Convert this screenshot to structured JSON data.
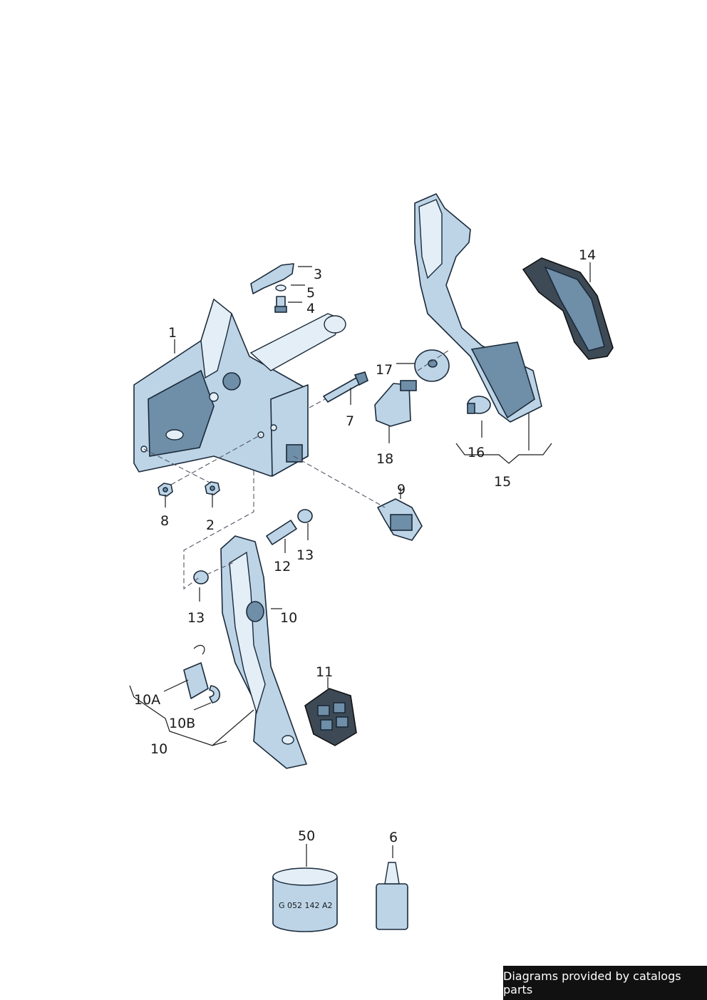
{
  "callouts": {
    "c1": "1",
    "c2": "2",
    "c3": "3",
    "c4": "4",
    "c5": "5",
    "c6": "6",
    "c7": "7",
    "c8": "8",
    "c9": "9",
    "c10_right": "10",
    "c10_left": "10",
    "c10A": "10A",
    "c10B": "10B",
    "c11": "11",
    "c12": "12",
    "c13_right": "13",
    "c13_left": "13",
    "c14": "14",
    "c15": "15",
    "c16": "16",
    "c17": "17",
    "c18": "18",
    "c50": "50"
  },
  "grease_tin_label": "G 052 142 A2",
  "footer": "Diagrams provided by catalogs parts",
  "colors": {
    "part_fill": "#bcd4e6",
    "pad_fill": "#3d4a55",
    "footer_bg": "#111111"
  }
}
